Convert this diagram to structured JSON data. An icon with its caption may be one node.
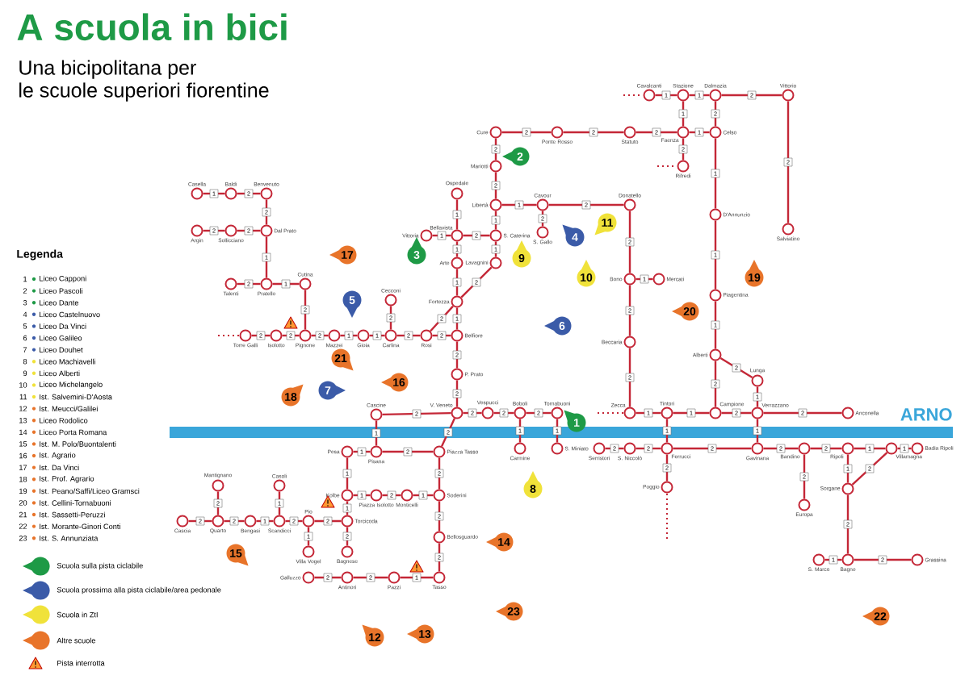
{
  "diagram": {
    "title": "A scuola in bici",
    "nodes": [
      {
        "text": [],
        "shape": "circle",
        "beside": [
          "Casella"
        ]
      },
      {
        "text": [],
        "shape": "circle",
        "beside": [
          "Baldi"
        ]
      },
      {
        "text": [],
        "shape": "circle",
        "beside": [
          "Benvenuto"
        ]
      },
      {
        "text": [],
        "shape": "circle",
        "beside": [
          "Argin"
        ]
      },
      {
        "text": [],
        "shape": "circle",
        "beside": [
          "Sollicciano"
        ]
      },
      {
        "text": [],
        "shape": "circle",
        "beside": [
          "Dal Prato"
        ]
      },
      {
        "text": [],
        "shape": "circle",
        "beside": [
          "Talenti"
        ]
      },
      {
        "text": [],
        "shape": "circle",
        "beside": [
          "Pratello"
        ]
      },
      {
        "text": [],
        "shape": "circle",
        "beside": [
          "Cutina"
        ]
      },
      {
        "text": [],
        "shape": "circle",
        "beside": [
          "Torre Galli"
        ]
      },
      {
        "text": [],
        "shape": "circle",
        "beside": [
          "Isolotto"
        ]
      },
      {
        "text": [],
        "shape": "circle",
        "beside": [
          "Pignone"
        ]
      },
      {
        "text": [],
        "shape": "circle",
        "beside": [
          "Mazzei"
        ]
      },
      {
        "text": [],
        "shape": "circle",
        "beside": [
          "Gioia"
        ]
      },
      {
        "text": [],
        "shape": "circle",
        "beside": [
          "Cecconi"
        ]
      },
      {
        "text": [],
        "shape": "circle",
        "beside": [
          "Carlina"
        ]
      },
      {
        "text": [],
        "shape": "circle",
        "beside": [
          "Rosi"
        ]
      },
      {
        "text": [],
        "shape": "circle",
        "beside": [
          "Ospedale"
        ]
      },
      {
        "text": [],
        "shape": "circle",
        "beside": [
          "Vittoria"
        ]
      },
      {
        "text": [],
        "shape": "circle",
        "beside": [
          "Bellavista"
        ]
      },
      {
        "text": [],
        "shape": "circle",
        "beside": [
          "Arte"
        ]
      },
      {
        "text": [],
        "shape": "circle",
        "beside": [
          "Fortezza"
        ]
      },
      {
        "text": [],
        "shape": "circle",
        "beside": [
          "Belfiore"
        ]
      },
      {
        "text": [],
        "shape": "circle",
        "beside": [
          "P. Prato"
        ]
      },
      {
        "text": [],
        "shape": "circle",
        "beside": [
          "Cure"
        ]
      },
      {
        "text": [],
        "shape": "circle",
        "beside": [
          "Mariotti"
        ]
      },
      {
        "text": [],
        "shape": "circle",
        "beside": [
          "Libertà"
        ]
      },
      {
        "text": [],
        "shape": "circle",
        "beside": [
          "S. Caterina"
        ]
      },
      {
        "text": [],
        "shape": "circle",
        "beside": [
          "Lavagnini"
        ]
      },
      {
        "text": [],
        "shape": "circle",
        "beside": [
          "Cavour"
        ]
      },
      {
        "text": [],
        "shape": "circle",
        "beside": [
          "S. Gallo"
        ]
      },
      {
        "text": [],
        "shape": "circle",
        "beside": [
          "Ponte Rosso"
        ]
      },
      {
        "text": [],
        "shape": "circle",
        "beside": [
          "Statuto"
        ]
      },
      {
        "text": [],
        "shape": "circle",
        "beside": [
          "Cavalcanti"
        ]
      },
      {
        "text": [],
        "shape": "circle",
        "beside": [
          "Stazione"
        ]
      },
      {
        "text": [],
        "shape": "circle",
        "beside": [
          "Dalmazia"
        ]
      },
      {
        "text": [],
        "shape": "circle",
        "beside": [
          "Vittorio"
        ]
      },
      {
        "text": [],
        "shape": "circle",
        "beside": [
          "Faenza"
        ]
      },
      {
        "text": [],
        "shape": "circle",
        "beside": [
          "Celso"
        ]
      },
      {
        "text": [],
        "shape": "circle",
        "beside": [
          "Rifredi"
        ]
      },
      {
        "text": [],
        "shape": "circle",
        "beside": [
          "D'Annunzio"
        ]
      },
      {
        "text": [],
        "shape": "circle",
        "beside": [
          "Salviatino"
        ]
      },
      {
        "text": [],
        "shape": "circle",
        "beside": [
          "Piagentina"
        ]
      },
      {
        "text": [],
        "shape": "circle",
        "beside": [
          "Alberti"
        ]
      },
      {
        "text": [],
        "shape": "circle",
        "beside": [
          "Lunga"
        ]
      },
      {
        "text": [],
        "shape": "circle",
        "beside": [
          "Donatello"
        ]
      },
      {
        "text": [],
        "shape": "circle",
        "beside": [
          "Bono"
        ]
      },
      {
        "text": [],
        "shape": "circle",
        "beside": [
          "Mercati"
        ]
      },
      {
        "text": [],
        "shape": "circle",
        "beside": [
          "Beccaria"
        ]
      },
      {
        "text": [],
        "shape": "circle",
        "beside": [
          "Cascine"
        ]
      },
      {
        "text": [],
        "shape": "circle",
        "beside": [
          "V. Veneto"
        ]
      },
      {
        "text": [],
        "shape": "circle",
        "beside": [
          "Vespucci"
        ]
      },
      {
        "text": [],
        "shape": "circle",
        "beside": [
          "Boboli"
        ]
      },
      {
        "text": [],
        "shape": "circle",
        "beside": [
          "Tornabuoni"
        ]
      },
      {
        "text": [],
        "shape": "circle",
        "beside": [
          "Zecca"
        ]
      },
      {
        "text": [],
        "shape": "circle",
        "beside": [
          "Tintori"
        ]
      },
      {
        "text": [],
        "shape": "circle",
        "beside": [
          "Campione"
        ]
      },
      {
        "text": [],
        "shape": "circle",
        "beside": [
          "Verrazzano"
        ]
      },
      {
        "text": [],
        "shape": "circle",
        "beside": [
          "Anconella"
        ]
      },
      {
        "text": [],
        "shape": "circle",
        "beside": [
          "Carmine"
        ]
      },
      {
        "text": [],
        "shape": "circle",
        "beside": [
          "S. Miniato"
        ]
      },
      {
        "text": [],
        "shape": "circle",
        "beside": [
          "Serristori"
        ]
      },
      {
        "text": [],
        "shape": "circle",
        "beside": [
          "S. Niccolò"
        ]
      },
      {
        "text": [],
        "shape": "circle",
        "beside": [
          "Ferrucci"
        ]
      },
      {
        "text": [],
        "shape": "circle",
        "beside": [
          "Poggio"
        ]
      },
      {
        "text": [],
        "shape": "circle",
        "beside": [
          "Gavinana"
        ]
      },
      {
        "text": [],
        "shape": "circle",
        "beside": [
          "Bandino"
        ]
      },
      {
        "text": [],
        "shape": "circle",
        "beside": [
          "Europa"
        ]
      },
      {
        "text": [],
        "shape": "circle",
        "beside": [
          "Ripoli"
        ]
      },
      {
        "text": [],
        "shape": "circle",
        "beside": [
          "Sorgane"
        ]
      },
      {
        "text": [],
        "shape": "circle",
        "beside": [
          "Villamagna"
        ]
      },
      {
        "text": [],
        "shape": "circle",
        "beside": [
          "Badia Ripoli"
        ]
      },
      {
        "text": [],
        "shape": "circle",
        "beside": [
          "S. Marco"
        ]
      },
      {
        "text": [],
        "shape": "circle",
        "beside": [
          "Bagno"
        ]
      },
      {
        "text": [],
        "shape": "circle",
        "beside": [
          "Grassina"
        ]
      },
      {
        "text": [],
        "shape": "circle",
        "beside": [
          "Pesa"
        ]
      },
      {
        "text": [],
        "shape": "circle",
        "beside": [
          "Pisana"
        ]
      },
      {
        "text": [],
        "shape": "circle",
        "beside": [
          "Piazza Tasso"
        ]
      },
      {
        "text": [],
        "shape": "circle",
        "beside": [
          "Kolbe"
        ]
      },
      {
        "text": [],
        "shape": "circle",
        "beside": [
          "Piazza Isolotto"
        ]
      },
      {
        "text": [],
        "shape": "circle",
        "beside": [
          "Monticelli"
        ]
      },
      {
        "text": [],
        "shape": "circle",
        "beside": [
          "Soderini"
        ]
      },
      {
        "text": [],
        "shape": "circle",
        "beside": [
          "Torcicoda"
        ]
      },
      {
        "text": [],
        "shape": "circle",
        "beside": [
          "Bellosguardo"
        ]
      },
      {
        "text": [],
        "shape": "circle",
        "beside": [
          "Casoli"
        ]
      },
      {
        "text": [],
        "shape": "circle",
        "beside": [
          "Mantignano"
        ]
      },
      {
        "text": [],
        "shape": "circle",
        "beside": [
          "Cascia"
        ]
      },
      {
        "text": [],
        "shape": "circle",
        "beside": [
          "Quarto"
        ]
      },
      {
        "text": [],
        "shape": "circle",
        "beside": [
          "Bengasi"
        ]
      },
      {
        "text": [],
        "shape": "circle",
        "beside": [
          "Scandicci"
        ]
      },
      {
        "text": [],
        "shape": "circle",
        "beside": [
          "Pio"
        ]
      },
      {
        "text": [],
        "shape": "circle",
        "beside": [
          "Villa Vogel"
        ]
      },
      {
        "text": [],
        "shape": "circle",
        "beside": [
          "Bagnese"
        ]
      },
      {
        "text": [],
        "shape": "circle",
        "beside": [
          "Galluzzo"
        ]
      },
      {
        "text": [],
        "shape": "circle",
        "beside": [
          "Antinori"
        ]
      },
      {
        "text": [],
        "shape": "circle",
        "beside": [
          "Pazzi"
        ]
      },
      {
        "text": [],
        "shape": "circle",
        "beside": [
          "Tasso"
        ]
      },
      {
        "text": [
          "1"
        ]
      },
      {
        "text": [
          "2"
        ]
      },
      {
        "text": [
          "3"
        ]
      },
      {
        "text": [
          "4"
        ]
      },
      {
        "text": [
          "5"
        ]
      },
      {
        "text": [
          "6"
        ]
      },
      {
        "text": [
          "7"
        ]
      },
      {
        "text": [
          "8"
        ]
      },
      {
        "text": [
          "9"
        ]
      },
      {
        "text": [
          "10"
        ]
      },
      {
        "text": [
          "11"
        ]
      },
      {
        "text": [
          "12"
        ]
      },
      {
        "text": [
          "13"
        ]
      },
      {
        "text": [
          "14"
        ]
      },
      {
        "text": [
          "15"
        ]
      },
      {
        "text": [
          "16"
        ]
      },
      {
        "text": [
          "17"
        ]
      },
      {
        "text": [
          "18"
        ]
      },
      {
        "text": [
          "19"
        ]
      },
      {
        "text": [
          "20"
        ]
      },
      {
        "text": [
          "21"
        ]
      },
      {
        "text": [
          "22"
        ]
      },
      {
        "text": [
          "23"
        ]
      }
    ],
    "edges": [
      {
        "from": 0,
        "to": 1,
        "arrow": "none",
        "label": "1"
      },
      {
        "from": 1,
        "to": 2,
        "arrow": "none",
        "label": "2"
      },
      {
        "from": 2,
        "to": 5,
        "arrow": "none",
        "label": "2"
      },
      {
        "from": 3,
        "to": 4,
        "arrow": "none",
        "label": "2"
      },
      {
        "from": 4,
        "to": 5,
        "arrow": "none",
        "label": "2"
      },
      {
        "from": 5,
        "to": 7,
        "arrow": "none",
        "label": "1"
      },
      {
        "from": 6,
        "to": 7,
        "arrow": "none",
        "label": "2"
      },
      {
        "from": 7,
        "to": 8,
        "arrow": "none",
        "label": "1"
      },
      {
        "from": 8,
        "to": 11,
        "arrow": "none",
        "label": "2"
      },
      {
        "from": 9,
        "to": 10,
        "arrow": "none",
        "label": "2"
      },
      {
        "from": 10,
        "to": 11,
        "arrow": "none",
        "label": "2"
      },
      {
        "from": 11,
        "to": 12,
        "arrow": "none",
        "label": "2"
      },
      {
        "from": 12,
        "to": 13,
        "arrow": "none",
        "label": "1"
      },
      {
        "from": 13,
        "to": 15,
        "arrow": "none",
        "label": "1"
      },
      {
        "from": 15,
        "to": 14,
        "arrow": "none",
        "label": "2"
      },
      {
        "from": 15,
        "to": 16,
        "arrow": "none",
        "label": "2"
      },
      {
        "from": 16,
        "to": 22,
        "arrow": "none",
        "label": "2"
      },
      {
        "from": 17,
        "to": 19,
        "arrow": "none",
        "label": "1"
      },
      {
        "from": 18,
        "to": 19,
        "arrow": "none",
        "label": "1"
      },
      {
        "from": 19,
        "to": 20,
        "arrow": "none",
        "label": "1"
      },
      {
        "from": 20,
        "to": 21,
        "arrow": "none",
        "label": "1"
      },
      {
        "from": 21,
        "to": 22,
        "arrow": "none",
        "label": "1"
      },
      {
        "from": 16,
        "to": 21,
        "arrow": "none",
        "label": "2"
      },
      {
        "from": 22,
        "to": 23,
        "arrow": "none",
        "label": "2"
      },
      {
        "from": 23,
        "to": 50,
        "arrow": "none",
        "label": "2"
      },
      {
        "from": 19,
        "to": 27,
        "arrow": "none",
        "label": "2"
      },
      {
        "from": 27,
        "to": 26,
        "arrow": "none",
        "label": "1"
      },
      {
        "from": 26,
        "to": 25,
        "arrow": "none",
        "label": "2"
      },
      {
        "from": 25,
        "to": 24,
        "arrow": "none",
        "label": "2"
      },
      {
        "from": 26,
        "to": 29,
        "arrow": "none",
        "label": "1"
      },
      {
        "from": 29,
        "to": 30,
        "arrow": "none",
        "label": "2"
      },
      {
        "from": 27,
        "to": 28,
        "arrow": "none",
        "label": "1"
      },
      {
        "from": 28,
        "to": 21,
        "arrow": "none",
        "label": "2"
      },
      {
        "from": 24,
        "to": 31,
        "arrow": "none",
        "label": "2"
      },
      {
        "from": 31,
        "to": 32,
        "arrow": "none",
        "label": "2"
      },
      {
        "from": 32,
        "to": 37,
        "arrow": "none",
        "label": "2"
      },
      {
        "from": 37,
        "to": 38,
        "arrow": "none",
        "label": "1"
      },
      {
        "from": 37,
        "to": 34,
        "arrow": "none",
        "label": "1"
      },
      {
        "from": 37,
        "to": 39,
        "arrow": "none",
        "label": "2"
      },
      {
        "from": 33,
        "to": 34,
        "arrow": "none",
        "label": "1"
      },
      {
        "from": 34,
        "to": 35,
        "arrow": "none",
        "label": "1"
      },
      {
        "from": 35,
        "to": 38,
        "arrow": "none",
        "label": "2"
      },
      {
        "from": 35,
        "to": 36,
        "arrow": "none",
        "label": "2"
      },
      {
        "from": 36,
        "to": 41,
        "arrow": "none",
        "label": "2"
      },
      {
        "from": 38,
        "to": 40,
        "arrow": "none",
        "label": "1"
      },
      {
        "from": 40,
        "to": 42,
        "arrow": "none",
        "label": "1"
      },
      {
        "from": 42,
        "to": 43,
        "arrow": "none",
        "label": "1"
      },
      {
        "from": 43,
        "to": 44,
        "arrow": "none",
        "label": "2"
      },
      {
        "from": 43,
        "to": 56,
        "arrow": "none",
        "label": "2"
      },
      {
        "from": 29,
        "to": 45,
        "arrow": "none",
        "label": "2"
      },
      {
        "from": 45,
        "to": 46,
        "arrow": "none",
        "label": "2"
      },
      {
        "from": 46,
        "to": 47,
        "arrow": "none",
        "label": "1"
      },
      {
        "from": 46,
        "to": 48,
        "arrow": "none",
        "label": "2"
      },
      {
        "from": 48,
        "to": 54,
        "arrow": "none",
        "label": "2"
      },
      {
        "from": 54,
        "to": 55,
        "arrow": "none",
        "label": "1"
      },
      {
        "from": 55,
        "to": 56,
        "arrow": "none",
        "label": "1"
      },
      {
        "from": 56,
        "to": 57,
        "arrow": "none",
        "label": "2"
      },
      {
        "from": 57,
        "to": 58,
        "arrow": "none",
        "label": "2"
      },
      {
        "from": 44,
        "to": 57,
        "arrow": "none",
        "label": "1"
      },
      {
        "from": 49,
        "to": 50,
        "arrow": "none",
        "label": "2"
      },
      {
        "from": 50,
        "to": 51,
        "arrow": "none",
        "label": "2"
      },
      {
        "from": 51,
        "to": 52,
        "arrow": "none",
        "label": "2"
      },
      {
        "from": 52,
        "to": 53,
        "arrow": "none",
        "label": "2"
      },
      {
        "from": 52,
        "to": 59,
        "arrow": "none",
        "label": "1"
      },
      {
        "from": 53,
        "to": 60,
        "arrow": "none",
        "label": "1"
      },
      {
        "from": 61,
        "to": 62,
        "arrow": "none",
        "label": "2"
      },
      {
        "from": 62,
        "to": 63,
        "arrow": "none",
        "label": "2"
      },
      {
        "from": 55,
        "to": 63,
        "arrow": "none",
        "label": "1"
      },
      {
        "from": 63,
        "to": 65,
        "arrow": "none",
        "label": "2"
      },
      {
        "from": 57,
        "to": 65,
        "arrow": "none",
        "label": "1"
      },
      {
        "from": 65,
        "to": 66,
        "arrow": "none",
        "label": "2"
      },
      {
        "from": 66,
        "to": 68,
        "arrow": "none",
        "label": "2"
      },
      {
        "from": 68,
        "to": 70,
        "arrow": "none",
        "label": "1"
      },
      {
        "from": 70,
        "to": 71,
        "arrow": "none",
        "label": "1"
      },
      {
        "from": 66,
        "to": 67,
        "arrow": "none",
        "label": "2"
      },
      {
        "from": 68,
        "to": 69,
        "arrow": "none",
        "label": "1"
      },
      {
        "from": 70,
        "to": 69,
        "arrow": "none",
        "label": "2"
      },
      {
        "from": 69,
        "to": 73,
        "arrow": "none",
        "label": "2"
      },
      {
        "from": 72,
        "to": 73,
        "arrow": "none",
        "label": "1"
      },
      {
        "from": 73,
        "to": 74,
        "arrow": "none",
        "label": "2"
      },
      {
        "from": 63,
        "to": 64,
        "arrow": "none",
        "label": "2"
      },
      {
        "from": 49,
        "to": 76,
        "arrow": "none",
        "label": "1"
      },
      {
        "from": 75,
        "to": 76,
        "arrow": "none",
        "label": "1"
      },
      {
        "from": 76,
        "to": 77,
        "arrow": "none",
        "label": "2"
      },
      {
        "from": 50,
        "to": 77,
        "arrow": "none",
        "label": "2"
      },
      {
        "from": 75,
        "to": 78,
        "arrow": "none",
        "label": "1"
      },
      {
        "from": 78,
        "to": 79,
        "arrow": "none",
        "label": "1"
      },
      {
        "from": 79,
        "to": 80,
        "arrow": "none",
        "label": "2"
      },
      {
        "from": 80,
        "to": 81,
        "arrow": "none",
        "label": "1"
      },
      {
        "from": 77,
        "to": 81,
        "arrow": "none",
        "label": "2"
      },
      {
        "from": 81,
        "to": 83,
        "arrow": "none",
        "label": "2"
      },
      {
        "from": 83,
        "to": 96,
        "arrow": "none",
        "label": "2"
      },
      {
        "from": 95,
        "to": 96,
        "arrow": "none",
        "label": "1"
      },
      {
        "from": 94,
        "to": 95,
        "arrow": "none",
        "label": "2"
      },
      {
        "from": 93,
        "to": 94,
        "arrow": "none",
        "label": "2"
      },
      {
        "from": 78,
        "to": 82,
        "arrow": "none",
        "label": "1"
      },
      {
        "from": 82,
        "to": 92,
        "arrow": "none",
        "label": "2"
      },
      {
        "from": 90,
        "to": 82,
        "arrow": "none",
        "label": "2"
      },
      {
        "from": 90,
        "to": 91,
        "arrow": "none",
        "label": "1"
      },
      {
        "from": 89,
        "to": 90,
        "arrow": "none",
        "label": "2"
      },
      {
        "from": 89,
        "to": 84,
        "arrow": "none",
        "label": "1"
      },
      {
        "from": 88,
        "to": 89,
        "arrow": "none",
        "label": "1"
      },
      {
        "from": 87,
        "to": 88,
        "arrow": "none",
        "label": "2"
      },
      {
        "from": 87,
        "to": 85,
        "arrow": "none",
        "label": "2"
      },
      {
        "from": 86,
        "to": 87,
        "arrow": "none",
        "label": "2"
      }
    ],
    "labels": [
      "Una bicipolitana per le scuole superiori fiorentine",
      "Legenda",
      "1",
      "2",
      "3",
      "4",
      "5",
      "6",
      "7",
      "8",
      "9",
      "10",
      "11",
      "12",
      "13",
      "14",
      "15",
      "16",
      "17",
      "18",
      "19",
      "20",
      "21",
      "22",
      "23",
      "ARNO"
    ],
    "legend": [
      {
        "text": "Liceo Capponi",
        "color": "#1e9a46"
      },
      {
        "text": "Liceo Pascoli",
        "color": "#1e9a46"
      },
      {
        "text": "Liceo Dante",
        "color": "#1e9a46"
      },
      {
        "text": "Liceo Castelnuovo",
        "color": "#3b5ba8"
      },
      {
        "text": "Liceo Da Vinci",
        "color": "#3b5ba8"
      },
      {
        "text": "Liceo Galileo",
        "color": "#3b5ba8"
      },
      {
        "text": "Liceo Douhet",
        "color": "#3b5ba8"
      },
      {
        "text": "Liceo Machiavelli",
        "color": "#f0e23a"
      },
      {
        "text": "Liceo Alberti",
        "color": "#f0e23a"
      },
      {
        "text": "Liceo Michelangelo",
        "color": "#f0e23a"
      },
      {
        "text": "Ist. Salvemini-D'Aosta",
        "color": "#f0e23a"
      },
      {
        "text": "Ist. Meucci/Galilei",
        "color": "#e8742a"
      },
      {
        "text": "Liceo Rodolico",
        "color": "#e8742a"
      },
      {
        "text": "Liceo Porta Romana",
        "color": "#e8742a"
      },
      {
        "text": "Ist. M. Polo/Buontalenti",
        "color": "#e8742a"
      },
      {
        "text": "Ist. Agrario",
        "color": "#e8742a"
      },
      {
        "text": "Ist. Da Vinci",
        "color": "#e8742a"
      },
      {
        "text": "Ist. Prof. Agrario",
        "color": "#e8742a"
      },
      {
        "text": "Ist. Peano/Saffi/Liceo Gramsci",
        "color": "#e8742a"
      },
      {
        "text": "Ist. Cellini-Tornabuoni",
        "color": "#e8742a"
      },
      {
        "text": "Ist. Sassetti-Peruzzi",
        "color": "#e8742a"
      },
      {
        "text": "Ist. Morante-Ginori Conti",
        "color": "#e8742a"
      },
      {
        "text": "Ist. S. Annunziata",
        "color": "#e8742a"
      },
      {
        "text": "Scuola sulla pista ciclabile",
        "color": "#1e9a46"
      },
      {
        "text": "Scuola prossima alla pista ciclabile/area pedonale",
        "color": "#3b5ba8"
      },
      {
        "text": "Scuola in ZtI",
        "color": "#f0e23a"
      },
      {
        "text": "Altre scuole",
        "color": "#e8742a"
      },
      {
        "text": "Pista interrotta"
      }
    ]
  }
}
